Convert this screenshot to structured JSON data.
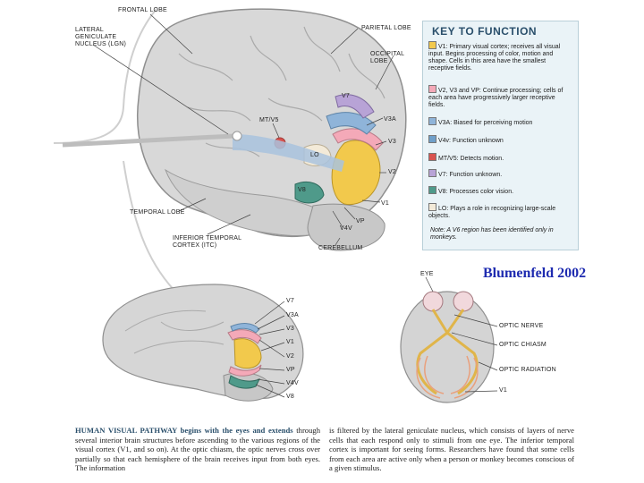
{
  "brain_labels": {
    "frontal_lobe": "FRONTAL LOBE",
    "parietal_lobe": "PARIETAL LOBE",
    "lgn": "LATERAL GENICULATE NUCLEUS (LGN)",
    "occipital_lobe": "OCCIPITAL LOBE",
    "v7": "V7",
    "mt_v5": "MT/V5",
    "v3a": "V3A",
    "v3": "V3",
    "lo": "LO",
    "v2": "V2",
    "v8": "V8",
    "v1": "V1",
    "vp": "VP",
    "v4v": "V4v",
    "temporal_lobe": "TEMPORAL LOBE",
    "itc": "INFERIOR TEMPORAL CORTEX (ITC)",
    "cerebellum": "CEREBELLUM"
  },
  "key": {
    "title": "KEY TO FUNCTION",
    "rows": [
      {
        "text": "V1: Primary visual cortex; receives all visual input. Begins processing of color, motion and shape. Cells in this area have the smallest receptive fields.",
        "color": "#f2c94c"
      },
      {
        "text": "V2, V3 and VP: Continue processing; cells of each area have progressively larger receptive fields.",
        "color": "#f4a9b8"
      },
      {
        "text": "V3A: Biased for perceiving motion",
        "color": "#8fb4d9"
      },
      {
        "text": "V4v: Function unknown",
        "color": "#6f9fc9"
      },
      {
        "text": "MT/V5: Detects motion.",
        "color": "#d9534f"
      },
      {
        "text": "V7: Function unknown.",
        "color": "#b8a3d6"
      },
      {
        "text": "V8: Processes color vision.",
        "color": "#4f9a8a"
      },
      {
        "text": "LO: Plays a role in recognizing large-scale objects.",
        "color": "#f3ead8"
      }
    ],
    "note": "Note: A V6 region has been identified only in monkeys."
  },
  "citation": "Blumenfeld 2002",
  "medial_labels": [
    "V7",
    "V3A",
    "V3",
    "V1",
    "V2",
    "VP",
    "V4v",
    "V8"
  ],
  "ventral_labels": {
    "eye": "EYE",
    "optic_nerve": "OPTIC NERVE",
    "optic_chiasm": "OPTIC CHIASM",
    "optic_radiation": "OPTIC RADIATION",
    "v1": "V1"
  },
  "caption": {
    "lead": "HUMAN VISUAL PATHWAY begins with the eyes and extends",
    "left_rest": " through several interior brain structures before ascending to the various regions of the visual cortex (V1, and so on). At the optic chiasm, the optic nerves cross over partially so that each hemisphere of the brain receives input from both eyes. The information",
    "right": "is filtered by the lateral geniculate nucleus, which consists of layers of nerve cells that each respond only to stimuli from one eye. The inferior temporal cortex is important for seeing forms. Researchers have found that some cells from each area are active only when a person or monkey becomes conscious of a given stimulus."
  }
}
